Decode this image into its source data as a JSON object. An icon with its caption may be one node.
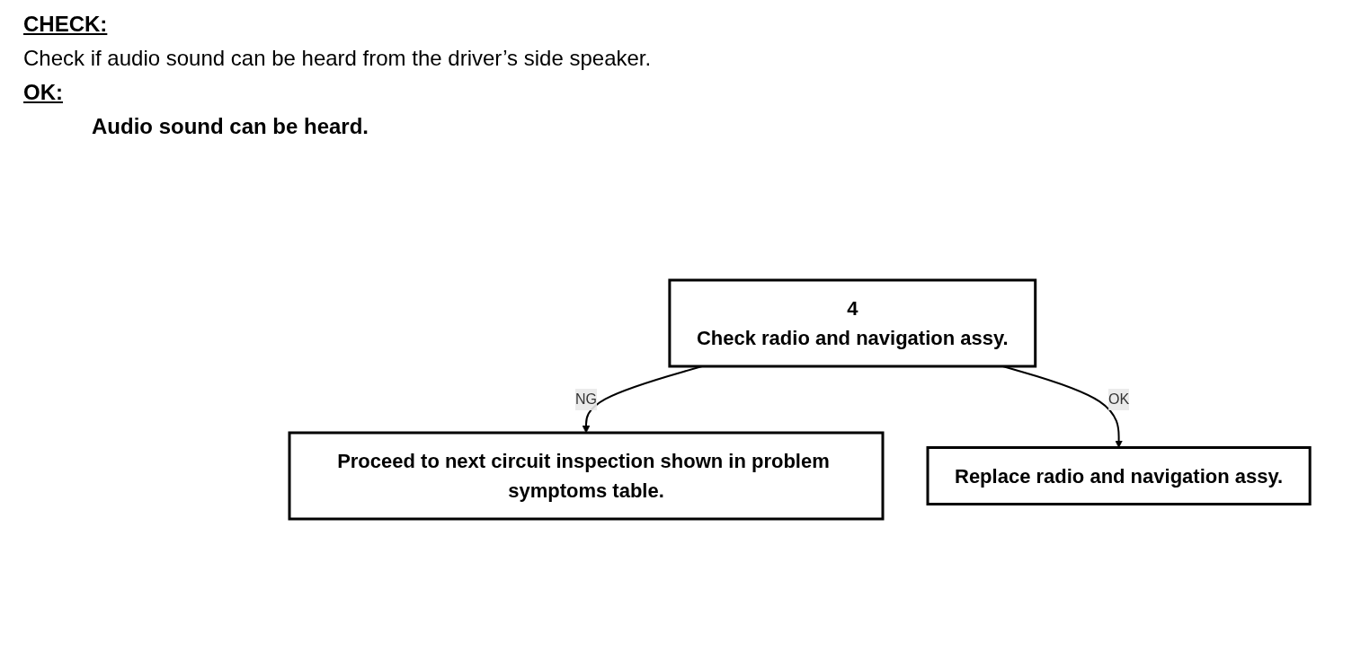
{
  "diagram": {
    "nodes": [
      {
        "text": [
          "4",
          "Check radio and navigation assy."
        ]
      },
      {
        "text": [
          "Proceed to next circuit inspection shown in problem symptoms table."
        ]
      },
      {
        "text": [
          "Replace radio and navigation assy."
        ]
      }
    ],
    "edges": [
      {
        "from": 0,
        "to": 1,
        "arrow": "to",
        "label": "NG"
      },
      {
        "from": 0,
        "to": 2,
        "arrow": "to",
        "label": "OK"
      }
    ],
    "labels": [
      "CHECK:",
      "Check if audio sound can be heard from the driver’s side speaker.",
      "OK:",
      "Audio sound can be heard."
    ]
  }
}
